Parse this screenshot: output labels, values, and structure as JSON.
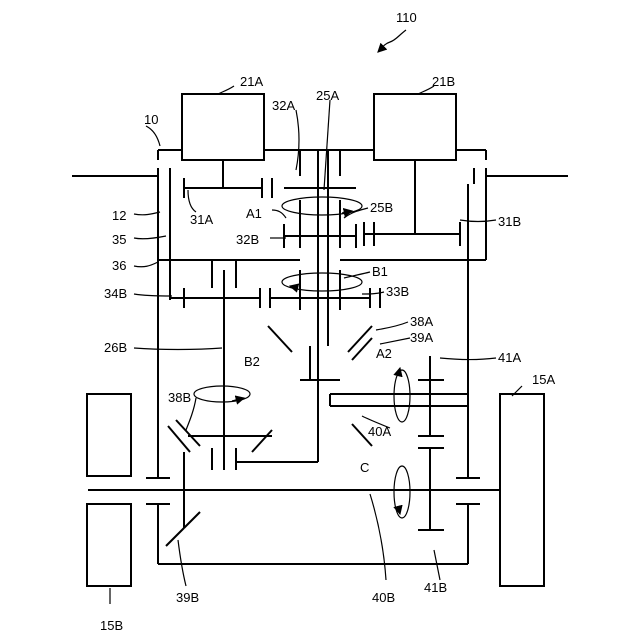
{
  "figure_label": "110",
  "labels": {
    "L10": "10",
    "L12": "12",
    "L35": "35",
    "L36": "36",
    "L21A": "21A",
    "L21B": "21B",
    "L25A": "25A",
    "L25B": "25B",
    "L26B": "26B",
    "L31A": "31A",
    "L31B": "31B",
    "L32A": "32A",
    "L32B": "32B",
    "L33B": "33B",
    "L34B": "34B",
    "L38A": "38A",
    "L38B": "38B",
    "L39A": "39A",
    "L39B": "39B",
    "L40A": "40A",
    "L40B": "40B",
    "L41A": "41A",
    "L41B": "41B",
    "L15A": "15A",
    "L15B": "15B",
    "LA1": "A1",
    "LA2": "A2",
    "LB1": "B1",
    "LB2": "B2",
    "LC": "C"
  }
}
